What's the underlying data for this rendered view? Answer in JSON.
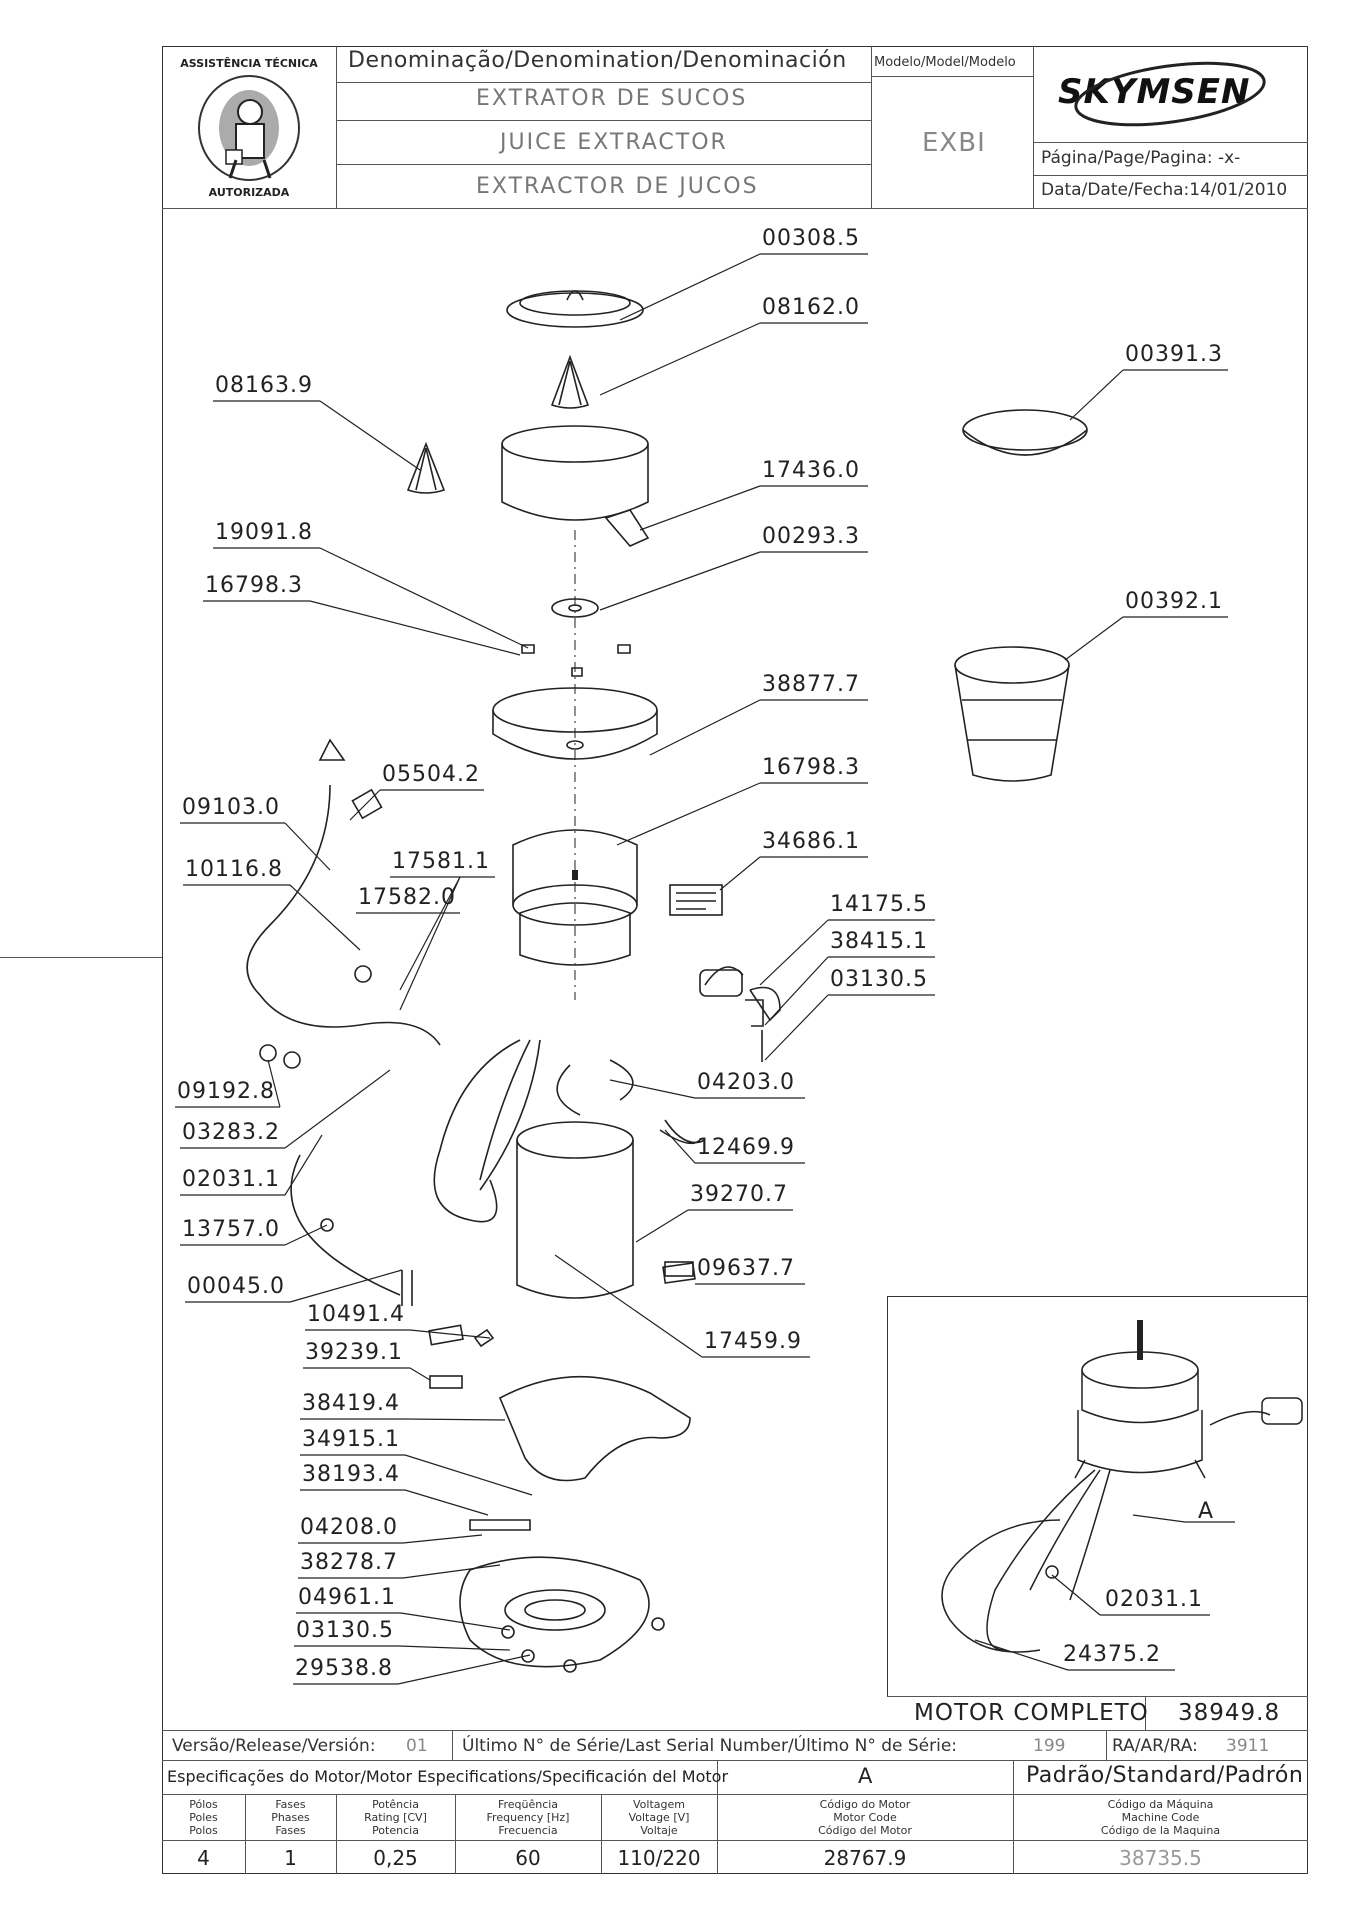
{
  "header": {
    "denomination_label": "Denominação/Denomination/Denominación",
    "model_label": "Modelo/Model/Modelo",
    "name_pt": "EXTRATOR DE SUCOS",
    "name_en": "JUICE EXTRACTOR",
    "name_es": "EXTRACTOR DE JUCOS",
    "model_value": "EXBI",
    "brand": "SKYMSEN",
    "page_label": "Página/Page/Pagina: -x-",
    "date_label": "Data/Date/Fecha:14/01/2010",
    "seal_text": "ASSISTÊNCIA TÉCNICA AUTORIZADA"
  },
  "parts": [
    {
      "code": "00308.5"
    },
    {
      "code": "08162.0"
    },
    {
      "code": "08163.9"
    },
    {
      "code": "00391.3"
    },
    {
      "code": "17436.0"
    },
    {
      "code": "19091.8"
    },
    {
      "code": "00293.3"
    },
    {
      "code": "16798.3"
    },
    {
      "code": "00392.1"
    },
    {
      "code": "38877.7"
    },
    {
      "code": "05504.2"
    },
    {
      "code": "16798.3"
    },
    {
      "code": "09103.0"
    },
    {
      "code": "34686.1"
    },
    {
      "code": "10116.8"
    },
    {
      "code": "17581.1"
    },
    {
      "code": "17582.0"
    },
    {
      "code": "14175.5"
    },
    {
      "code": "38415.1"
    },
    {
      "code": "03130.5"
    },
    {
      "code": "09192.8"
    },
    {
      "code": "04203.0"
    },
    {
      "code": "03283.2"
    },
    {
      "code": "12469.9"
    },
    {
      "code": "02031.1"
    },
    {
      "code": "39270.7"
    },
    {
      "code": "13757.0"
    },
    {
      "code": "09637.7"
    },
    {
      "code": "00045.0"
    },
    {
      "code": "10491.4"
    },
    {
      "code": "17459.9"
    },
    {
      "code": "39239.1"
    },
    {
      "code": "38419.4"
    },
    {
      "code": "34915.1"
    },
    {
      "code": "38193.4"
    },
    {
      "code": "04208.0"
    },
    {
      "code": "38278.7"
    },
    {
      "code": "04961.1"
    },
    {
      "code": "03130.5"
    },
    {
      "code": "29538.8"
    },
    {
      "code": "A"
    },
    {
      "code": "02031.1"
    },
    {
      "code": "24375.2"
    }
  ],
  "motor_box": {
    "label": "MOTOR COMPLETO",
    "code": "38949.8"
  },
  "release_row": {
    "version_label": "Versão/Release/Versión:",
    "version_value": "01",
    "serial_label": "Último N° de Série/Last Serial Number/Último N° de Série:",
    "serial_value": "199",
    "ra_label": "RA/AR/RA:",
    "ra_value": "3911"
  },
  "spec": {
    "title": "Especificações do Motor/Motor Especifications/Specificación del Motor",
    "motor_ref": "A",
    "standard_label": "Padrão/Standard/Padrón",
    "columns": [
      {
        "label": "Pólos\nPoles\nPolos",
        "value": "4"
      },
      {
        "label": "Fases\nPhases\nFases",
        "value": "1"
      },
      {
        "label": "Potência\nRating [CV]\nPotencia",
        "value": "0,25"
      },
      {
        "label": "Freqüência\nFrequency [Hz]\nFrecuencia",
        "value": "60"
      },
      {
        "label": "Voltagem\nVoltage [V]\nVoltaje",
        "value": "110/220"
      },
      {
        "label": "Código do Motor\nMotor Code\nCódigo del Motor",
        "value": "28767.9"
      },
      {
        "label": "Código da Máquina\nMachine Code\nCódigo de la Maquina",
        "value": "38735.5"
      }
    ]
  }
}
